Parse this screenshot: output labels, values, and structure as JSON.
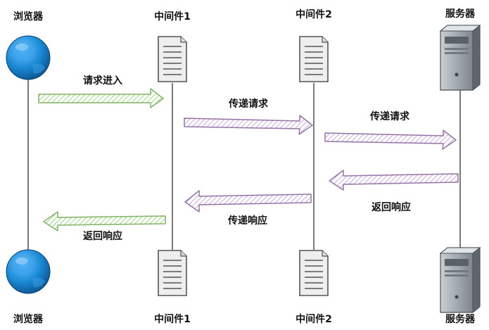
{
  "participants": {
    "browser": "浏览器",
    "middleware1": "中间件1",
    "middleware2": "中间件2",
    "server": "服务器"
  },
  "messages": {
    "request_in": "请求进入",
    "pass_request_1": "传递请求",
    "pass_request_2": "传递请求",
    "return_response": "返回响应",
    "pass_response": "传递响应",
    "return_response_2": "返回响应"
  },
  "colors": {
    "request_arrow": "#82b366",
    "pass_arrow": "#9673a6",
    "globe": "#1b8ad6",
    "server_gray": "#8a949c"
  },
  "icons": {
    "browser": "globe-icon",
    "middleware": "document-icon",
    "server": "server-tower-icon"
  }
}
